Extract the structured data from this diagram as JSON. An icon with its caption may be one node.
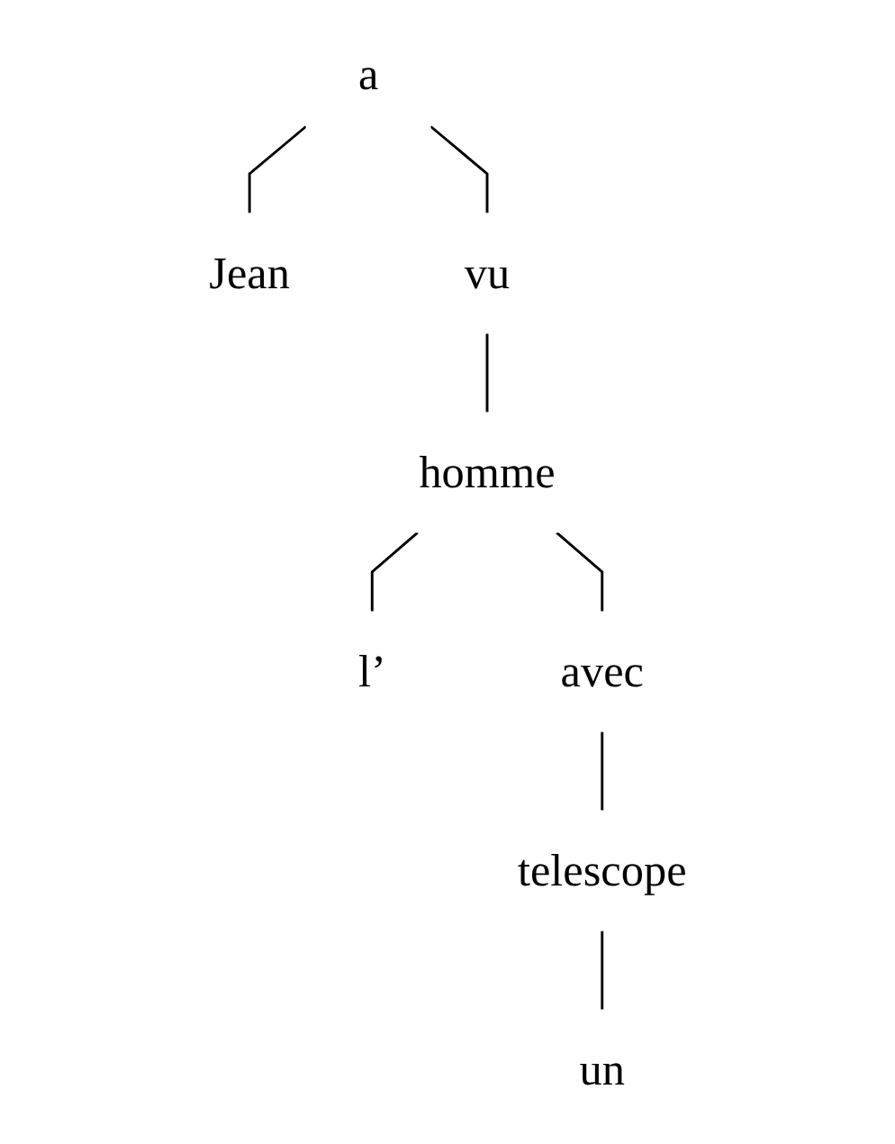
{
  "diagram": {
    "nodes": [
      {
        "text": [
          "a"
        ]
      },
      {
        "text": [
          "Jean"
        ]
      },
      {
        "text": [
          "vu"
        ]
      },
      {
        "text": [
          "homme"
        ]
      },
      {
        "text": [
          "l’"
        ]
      },
      {
        "text": [
          "avec"
        ]
      },
      {
        "text": [
          "telescope"
        ]
      },
      {
        "text": [
          "un"
        ]
      }
    ],
    "edges": [
      {
        "from": 0,
        "to": 1,
        "arrow": "none"
      },
      {
        "from": 0,
        "to": 2,
        "arrow": "none"
      },
      {
        "from": 2,
        "to": 3,
        "arrow": "none"
      },
      {
        "from": 3,
        "to": 4,
        "arrow": "none"
      },
      {
        "from": 3,
        "to": 5,
        "arrow": "none"
      },
      {
        "from": 5,
        "to": 6,
        "arrow": "none"
      },
      {
        "from": 6,
        "to": 7,
        "arrow": "none"
      }
    ]
  }
}
